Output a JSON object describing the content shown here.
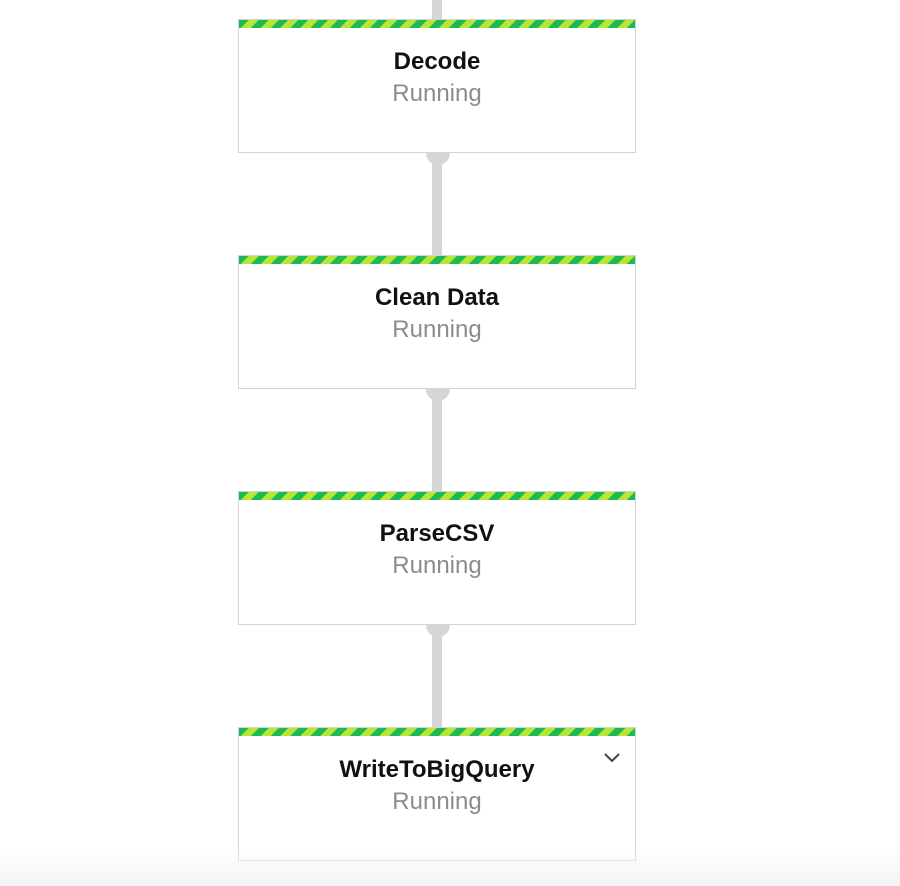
{
  "pipeline": {
    "steps": [
      {
        "name": "Decode",
        "status": "Running"
      },
      {
        "name": "Clean Data",
        "status": "Running"
      },
      {
        "name": "ParseCSV",
        "status": "Running"
      },
      {
        "name": "WriteToBigQuery",
        "status": "Running",
        "icon": "chevron-down-icon"
      }
    ],
    "colors": {
      "stripe_primary": "#1db954",
      "stripe_secondary": "#b8e636",
      "connector": "#d6d6d6",
      "status_text": "#8c8c8c"
    }
  }
}
